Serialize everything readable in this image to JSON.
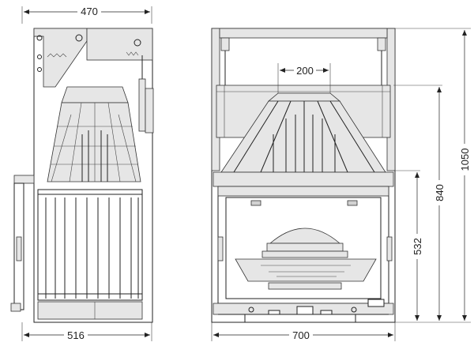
{
  "side_view": {
    "dim_top_width": "470",
    "dim_bottom_width": "516"
  },
  "front_view": {
    "dim_firebox_top": "200",
    "dim_overall_height": "1050",
    "dim_upper_height": "840",
    "dim_lower_height": "532",
    "dim_bottom_width": "700"
  }
}
